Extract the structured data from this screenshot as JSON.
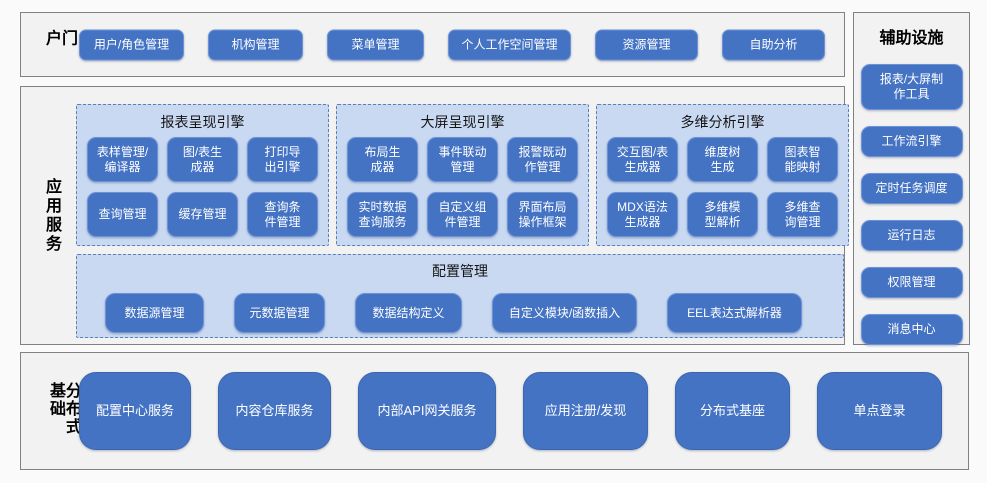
{
  "portal": {
    "label": "门户",
    "items": [
      "用户/角色管理",
      "机构管理",
      "菜单管理",
      "个人工作空间管理",
      "资源管理",
      "自助分析"
    ]
  },
  "app_services": {
    "label": "应用服务",
    "engines": [
      {
        "title": "报表呈现引擎",
        "items": [
          "表样管理/\n编译器",
          "图/表生\n成器",
          "打印导\n出引擎",
          "查询管理",
          "缓存管理",
          "查询条\n件管理"
        ]
      },
      {
        "title": "大屏呈现引擎",
        "items": [
          "布局生\n成器",
          "事件联动\n管理",
          "报警既动\n作管理",
          "实时数据\n查询服务",
          "自定义组\n件管理",
          "界面布局\n操作框架"
        ]
      },
      {
        "title": "多维分析引擎",
        "items": [
          "交互图/表\n生成器",
          "维度树\n生成",
          "图表智\n能映射",
          "MDX语法\n生成器",
          "多维模\n型解析",
          "多维查\n询管理"
        ]
      }
    ],
    "config": {
      "title": "配置管理",
      "items": [
        "数据源管理",
        "元数据管理",
        "数据结构定义",
        "自定义模块/函数插入",
        "EEL表达式解析器"
      ]
    }
  },
  "auxiliary": {
    "title": "辅助设施",
    "items": [
      "报表/大屏制\n作工具",
      "工作流引擎",
      "定时任务调度",
      "运行日志",
      "权限管理",
      "消息中心"
    ]
  },
  "foundation": {
    "label": "分布式基础",
    "items": [
      "配置中心服务",
      "内容仓库服务",
      "内部API网关服务",
      "应用注册/发现",
      "分布式基座",
      "单点登录"
    ]
  },
  "colors": {
    "module_blue": "#4573C4",
    "module_border": "#6D93D6",
    "module_text": "#FFFFFF",
    "panel_light_blue": "#C9D9F2",
    "panel_dashed_border": "#5B7FB8",
    "section_bg": "#F2F2F2",
    "section_border": "#818181"
  }
}
